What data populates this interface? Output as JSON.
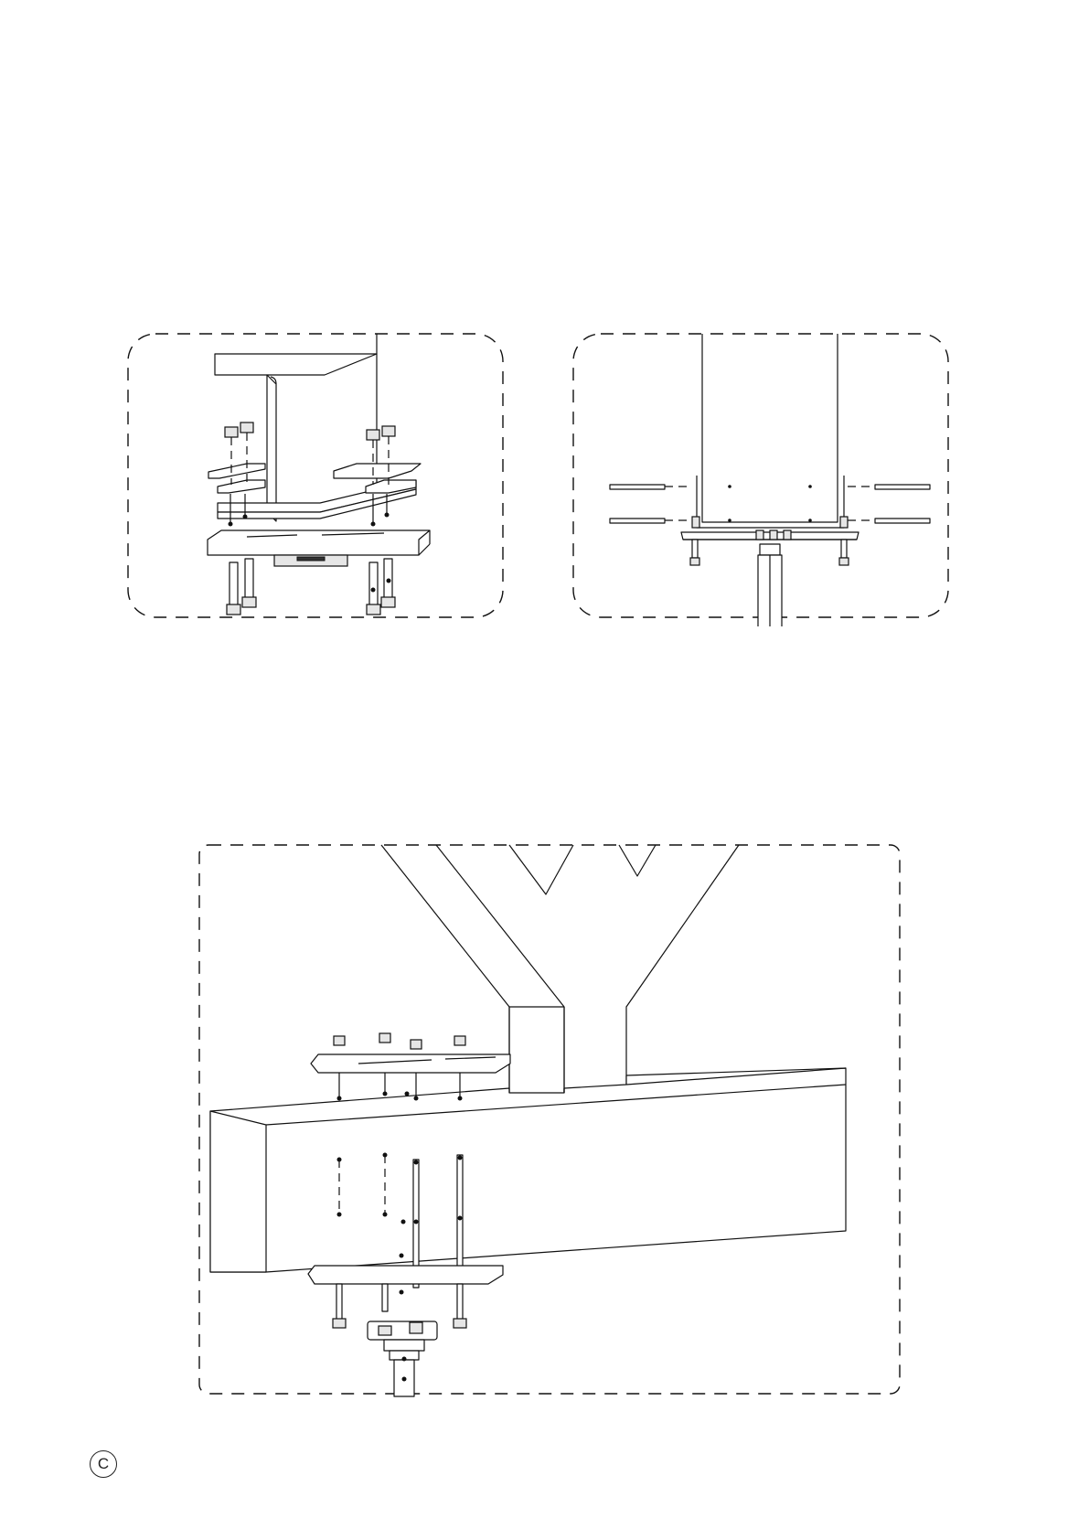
{
  "page": {
    "step_label": "C"
  },
  "panels": [
    {
      "id": "panel-a",
      "view": "exploded-isometric",
      "subject": "i-beam-clamp-assembly"
    },
    {
      "id": "panel-b",
      "view": "front-elevation",
      "subject": "i-beam-clamp-assembly"
    },
    {
      "id": "panel-c",
      "view": "exploded-isometric",
      "subject": "wooden-beam-clamp-assembly"
    }
  ],
  "colors": {
    "line": "#111111",
    "background": "#ffffff",
    "part_fill": "#ffffff",
    "shade": "#e6e6e6"
  }
}
